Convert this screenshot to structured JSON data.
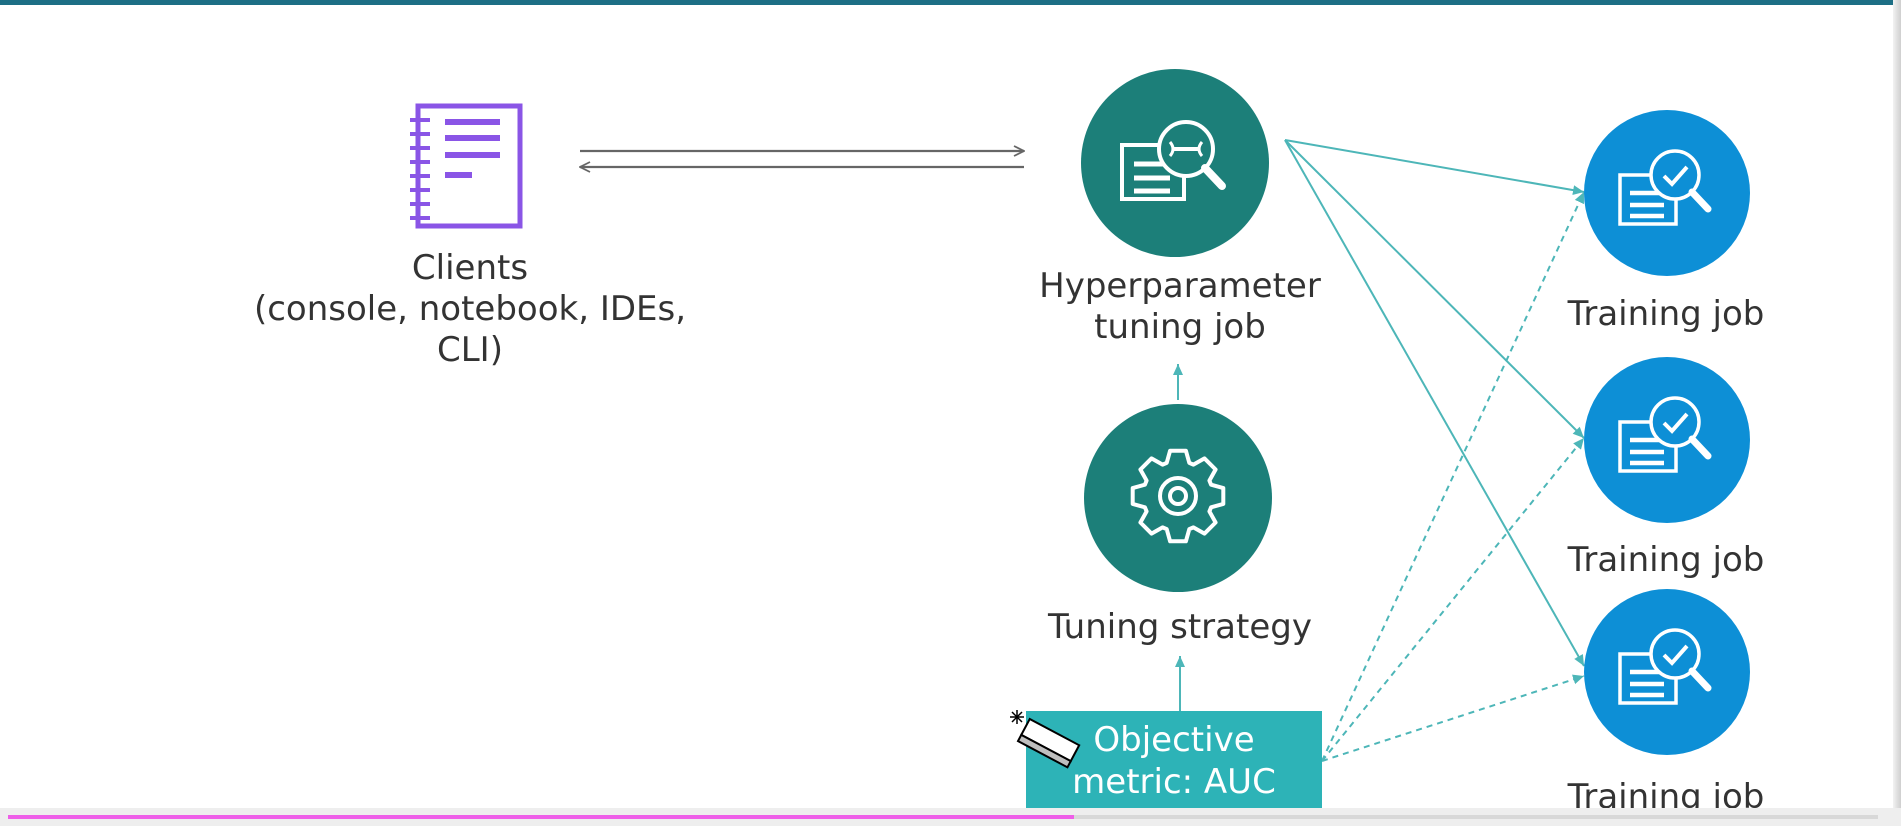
{
  "colors": {
    "teal_dark": "#1c7f79",
    "blue": "#0d8fd6",
    "teal_box": "#2db3b7",
    "client_purple": "#8a55e6",
    "arrow_gray": "#666666",
    "line_teal": "#4db6b8",
    "progress": "#ee5ee8"
  },
  "clients": {
    "icon": "notebook-icon",
    "label_lines": [
      "Clients",
      "(console, notebook, IDEs,",
      "CLI)"
    ]
  },
  "tuning_job": {
    "icon": "wrench-magnifier-document-icon",
    "label_lines": [
      "Hyperparameter",
      "tuning job"
    ]
  },
  "strategy": {
    "icon": "gear-icon",
    "label": "Tuning strategy"
  },
  "metric": {
    "label_lines": [
      "Objective",
      "metric: AUC"
    ]
  },
  "training_jobs": [
    {
      "label": "Training job",
      "icon": "checkmark-magnifier-document-icon"
    },
    {
      "label": "Training job",
      "icon": "checkmark-magnifier-document-icon"
    },
    {
      "label": "Training job",
      "icon": "checkmark-magnifier-document-icon"
    }
  ],
  "video_progress": {
    "fraction": 0.57
  }
}
